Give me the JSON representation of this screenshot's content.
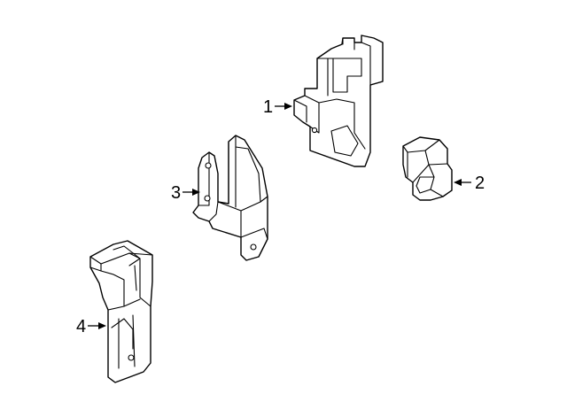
{
  "callouts": [
    {
      "number": "1"
    },
    {
      "number": "2"
    },
    {
      "number": "3"
    },
    {
      "number": "4"
    }
  ],
  "colors": {
    "line": "#000000",
    "background": "#ffffff"
  }
}
